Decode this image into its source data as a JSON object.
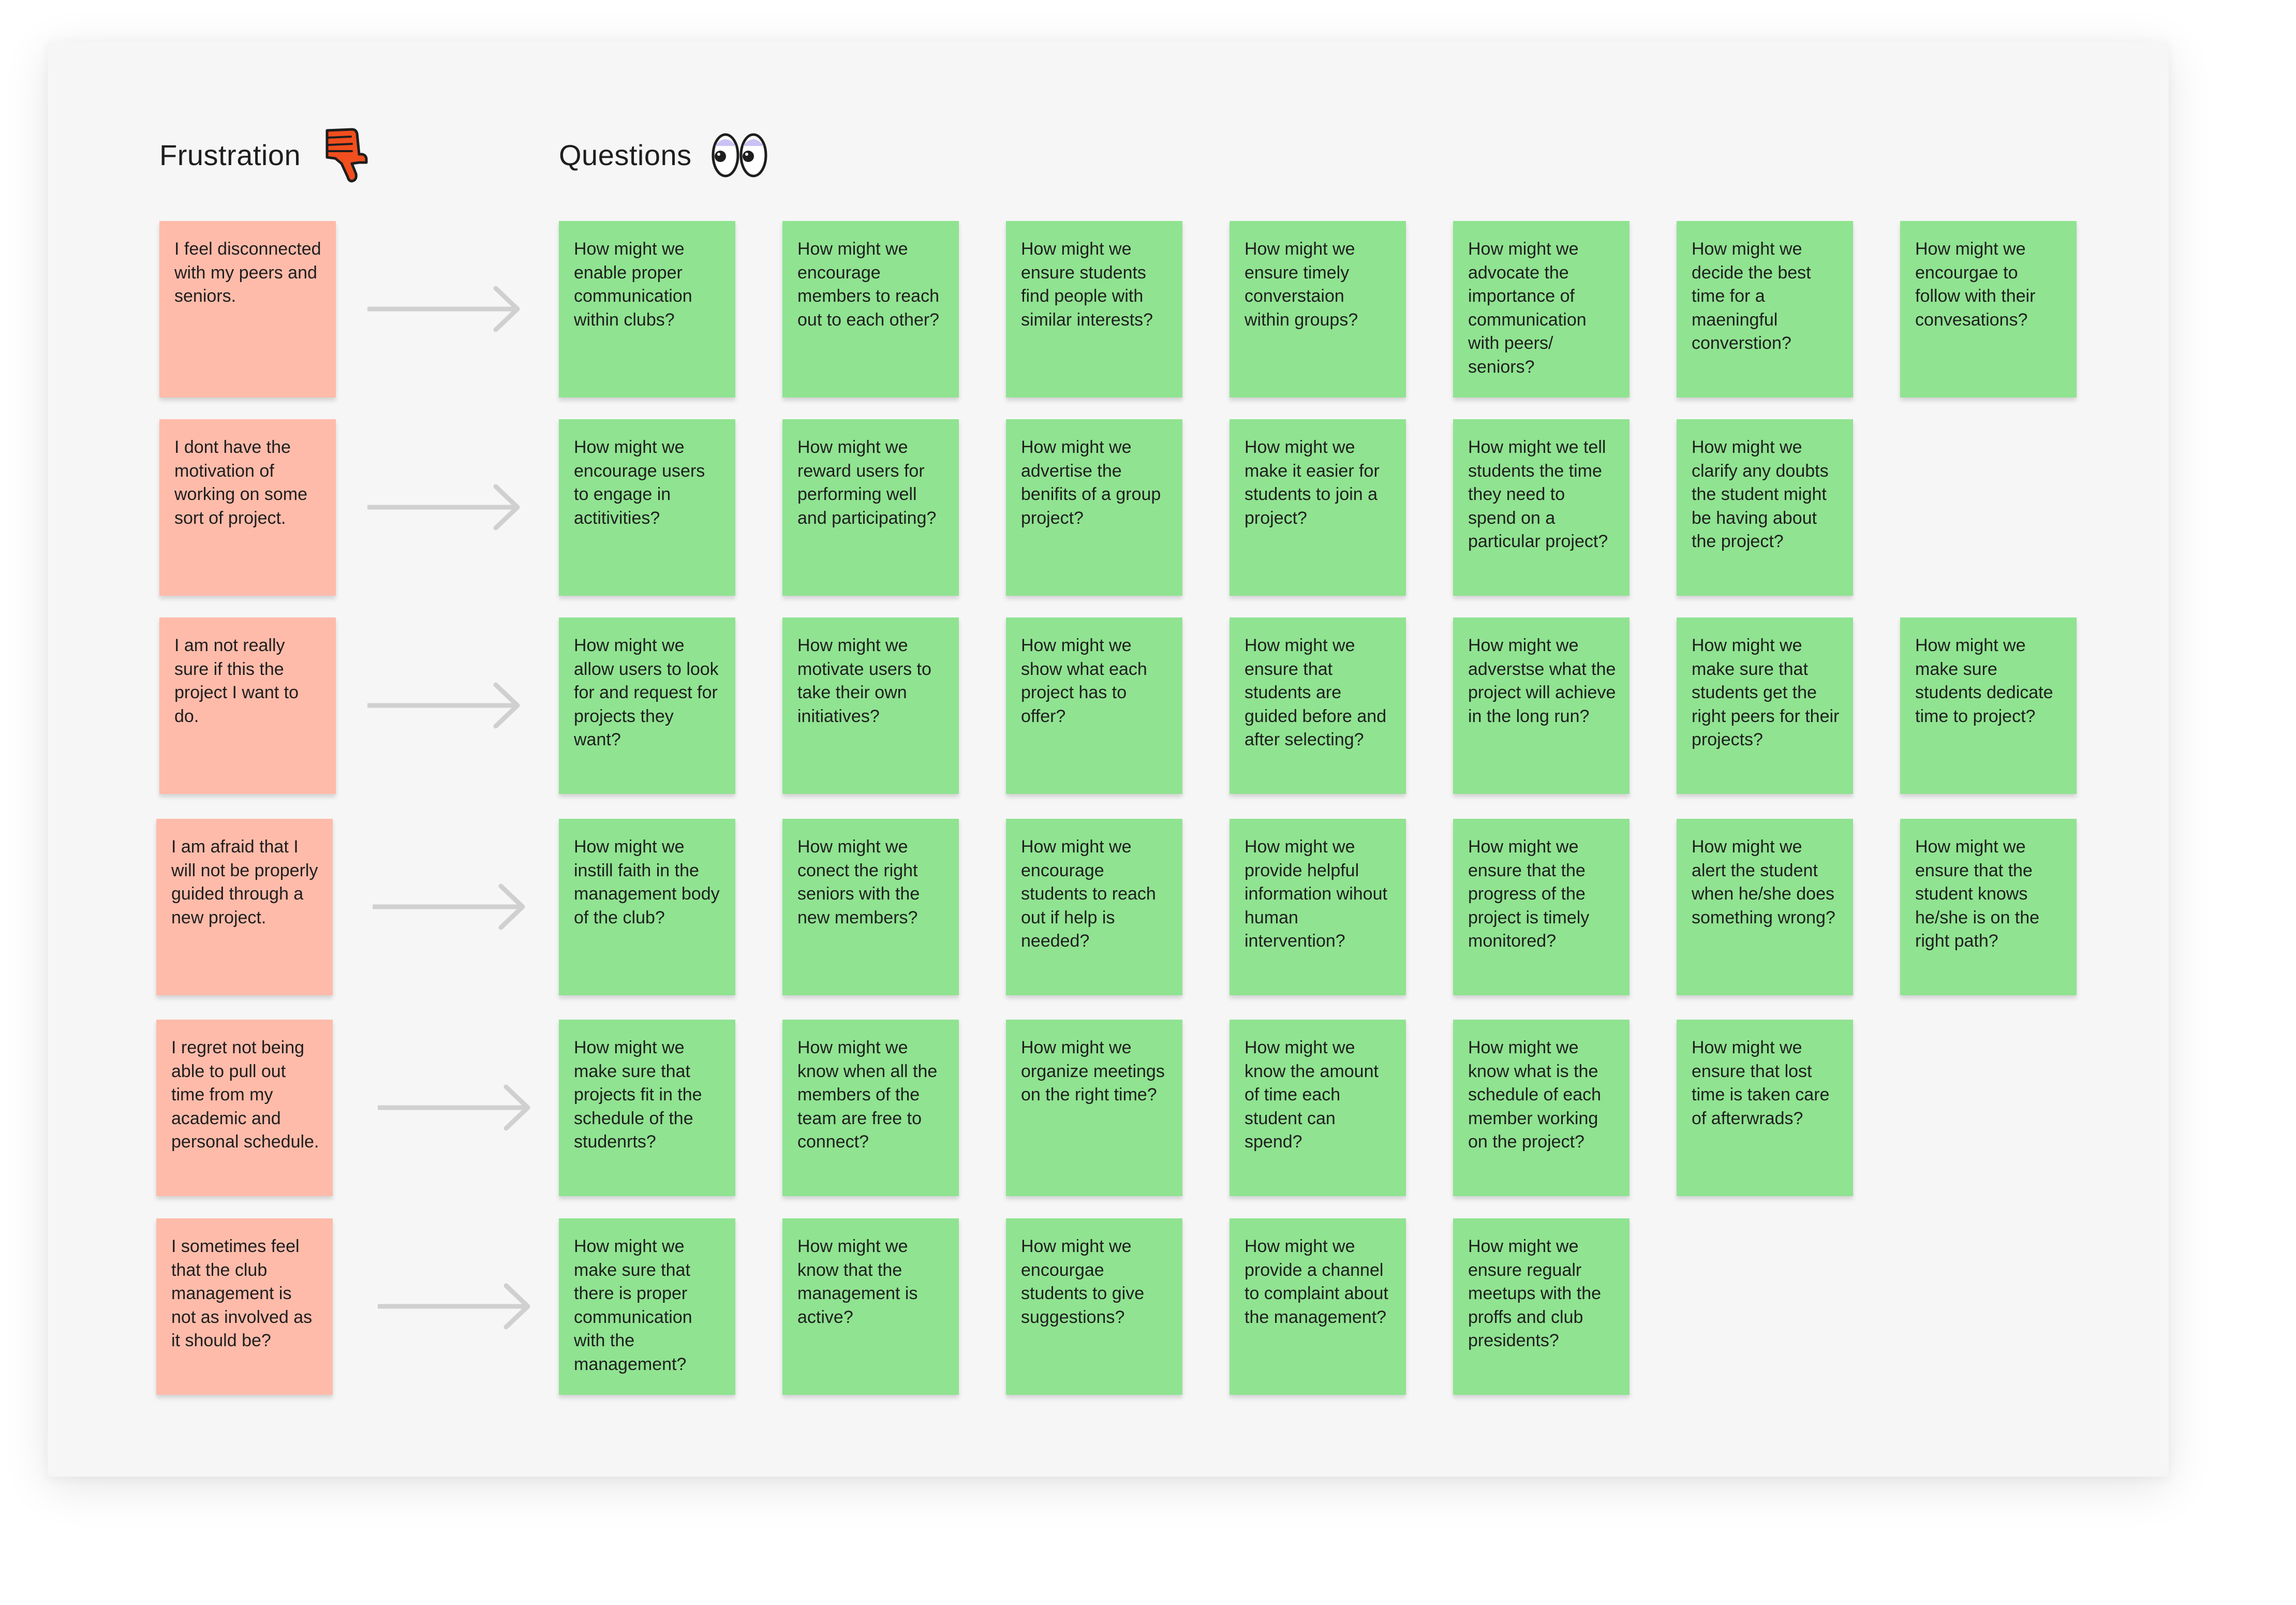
{
  "headings": {
    "frustration": "Frustration",
    "questions": "Questions",
    "frustration_icon": "thumbs-down-icon",
    "questions_icon": "eyes-icon"
  },
  "colors": {
    "frustration_note": "#ffbbaa",
    "question_note": "#90e391",
    "arrow": "#d0d0d0",
    "thumbs_down": "#f24e1e"
  },
  "rows": [
    {
      "frustration": "I feel disconnected with my peers and seniors.",
      "questions": [
        "How might we enable proper communication within clubs?",
        "How might we encourage members to reach out to each other?",
        "How might we ensure students find people with similar interests?",
        "How might we ensure timely converstaion within groups?",
        "How might we advocate the importance of communication with peers/ seniors?",
        "How might we decide the best time for a maeningful converstion?",
        "How might we encourgae to follow with their convesations?"
      ]
    },
    {
      "frustration": "I dont have the motivation of working on some sort of project.",
      "questions": [
        "How might we encourage users to engage in actitivities?",
        "How might we reward users for performing well and participating?",
        "How might we advertise the benifits of a group project?",
        "How might we make it easier for students to join a project?",
        "How might we tell students the time they need to spend on a particular project?",
        "How might we clarify any doubts the student might be having about the project?"
      ]
    },
    {
      "frustration": "I am not really sure if this the project I want to do.",
      "questions": [
        "How might we allow users to look for and request for projects they want?",
        "How might we motivate users to take their own initiatives?",
        "How might we show what each project has to offer?",
        "How might we ensure that students are guided before and after selecting?",
        "How might we adverstse what the project will achieve in the long run?",
        "How might we make sure that students get the right peers for their projects?",
        "How might we make sure students dedicate time to project?"
      ]
    },
    {
      "frustration": "I am afraid that I will not be properly guided through a new project.",
      "questions": [
        "How might we instill faith in the management body of the club?",
        "How might we conect the right seniors with the new members?",
        "How might we encourage students to reach out if help is needed?",
        "How might we provide helpful information wihout human intervention?",
        "How might we ensure that the progress of the project is timely monitored?",
        "How might we alert the student when he/she does something wrong?",
        "How might we ensure that the student knows he/she is on the right path?"
      ]
    },
    {
      "frustration": "I regret not being able to pull out time from my academic and personal schedule.",
      "questions": [
        "How might we make sure that projects fit in the schedule of the studenrts?",
        "How might we know when all the members of the team are free to connect?",
        "How might we organize meetings on the right time?",
        "How might we know the amount of time each student can spend?",
        "How might we know what is the schedule of each member working on the project?",
        "How might we ensure that lost time is taken care of afterwrads?"
      ]
    },
    {
      "frustration": "I sometimes feel that the club management is not as involved as it should be?",
      "questions": [
        "How might we make sure that there is proper communication with the management?",
        "How might we know that the management is active?",
        "How might we encourgae students to give suggestions?",
        "How might we provide a channel to complaint about the management?",
        "How might we ensure regualr meetups with the proffs and club presidents?"
      ]
    }
  ]
}
